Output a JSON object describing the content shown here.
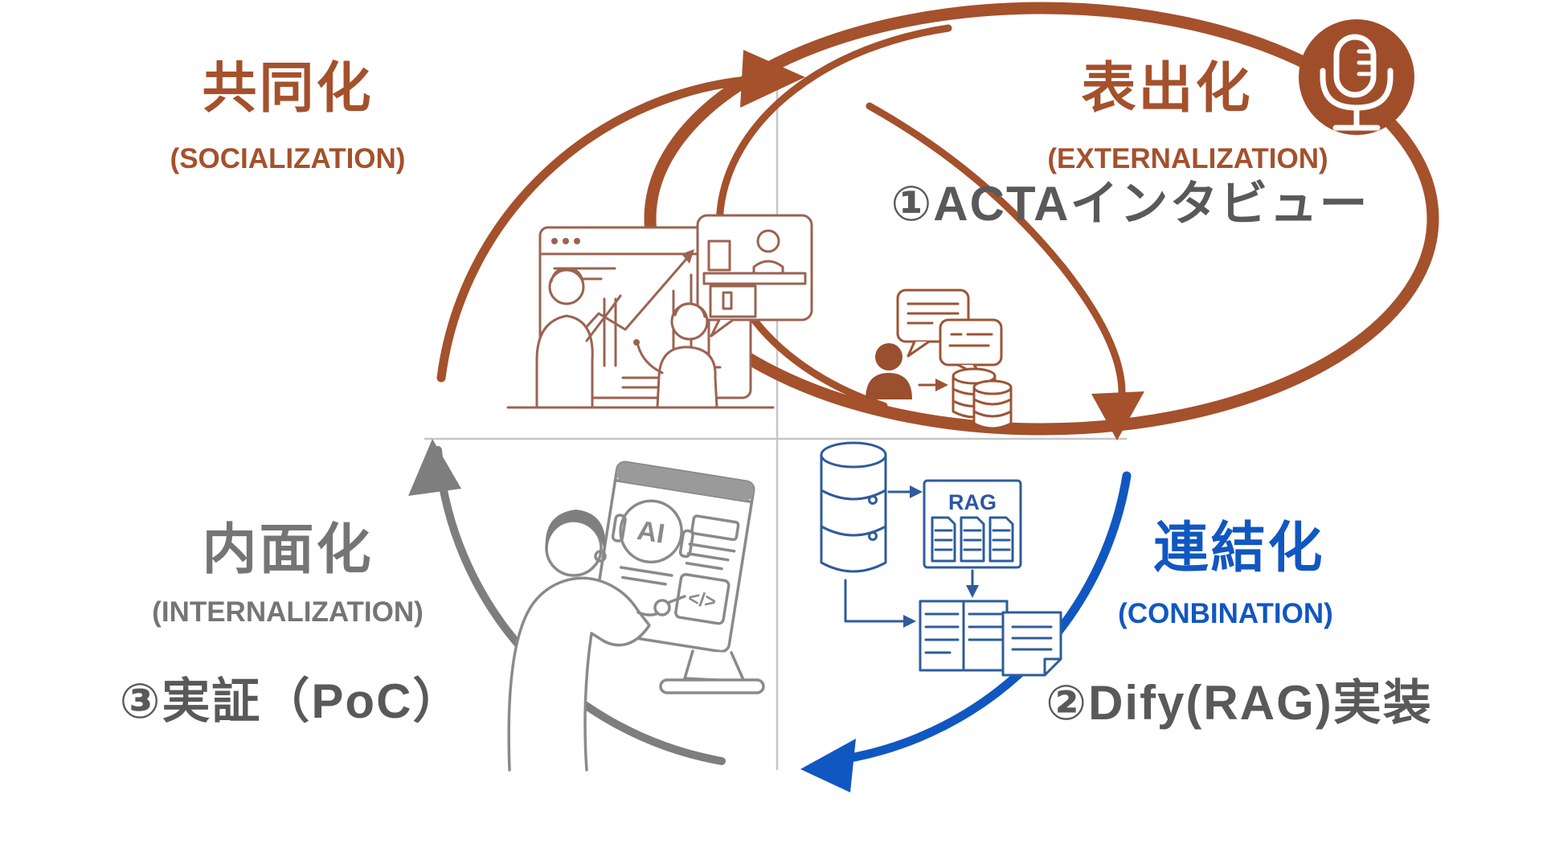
{
  "quadrants": [
    {
      "jp": "共同化",
      "en": "(SOCIALIZATION)"
    },
    {
      "jp": "表出化",
      "en": "(EXTERNALIZATION)",
      "item": "①ACTAインタビュー"
    },
    {
      "jp": "連結化",
      "en": "(CONBINATION)",
      "item": "②Dify(RAG)実装"
    },
    {
      "jp": "内面化",
      "en": "(INTERNALIZATION)",
      "item": "③実証（PoC）"
    }
  ],
  "labels": {
    "rag": "RAG",
    "ai": "AI",
    "code": "</>"
  },
  "icons": {
    "microphone": "microphone-icon",
    "cycle_arrows": [
      "arrow-up",
      "arrow-right",
      "arrow-down",
      "arrow-left"
    ]
  },
  "colors": {
    "brown": "#A4512C",
    "blue": "#1157C1",
    "gray_heading": "#757575",
    "item_gray": "#595959",
    "arc_gray": "#7E7E7E",
    "divider": "#C6C6C6"
  }
}
